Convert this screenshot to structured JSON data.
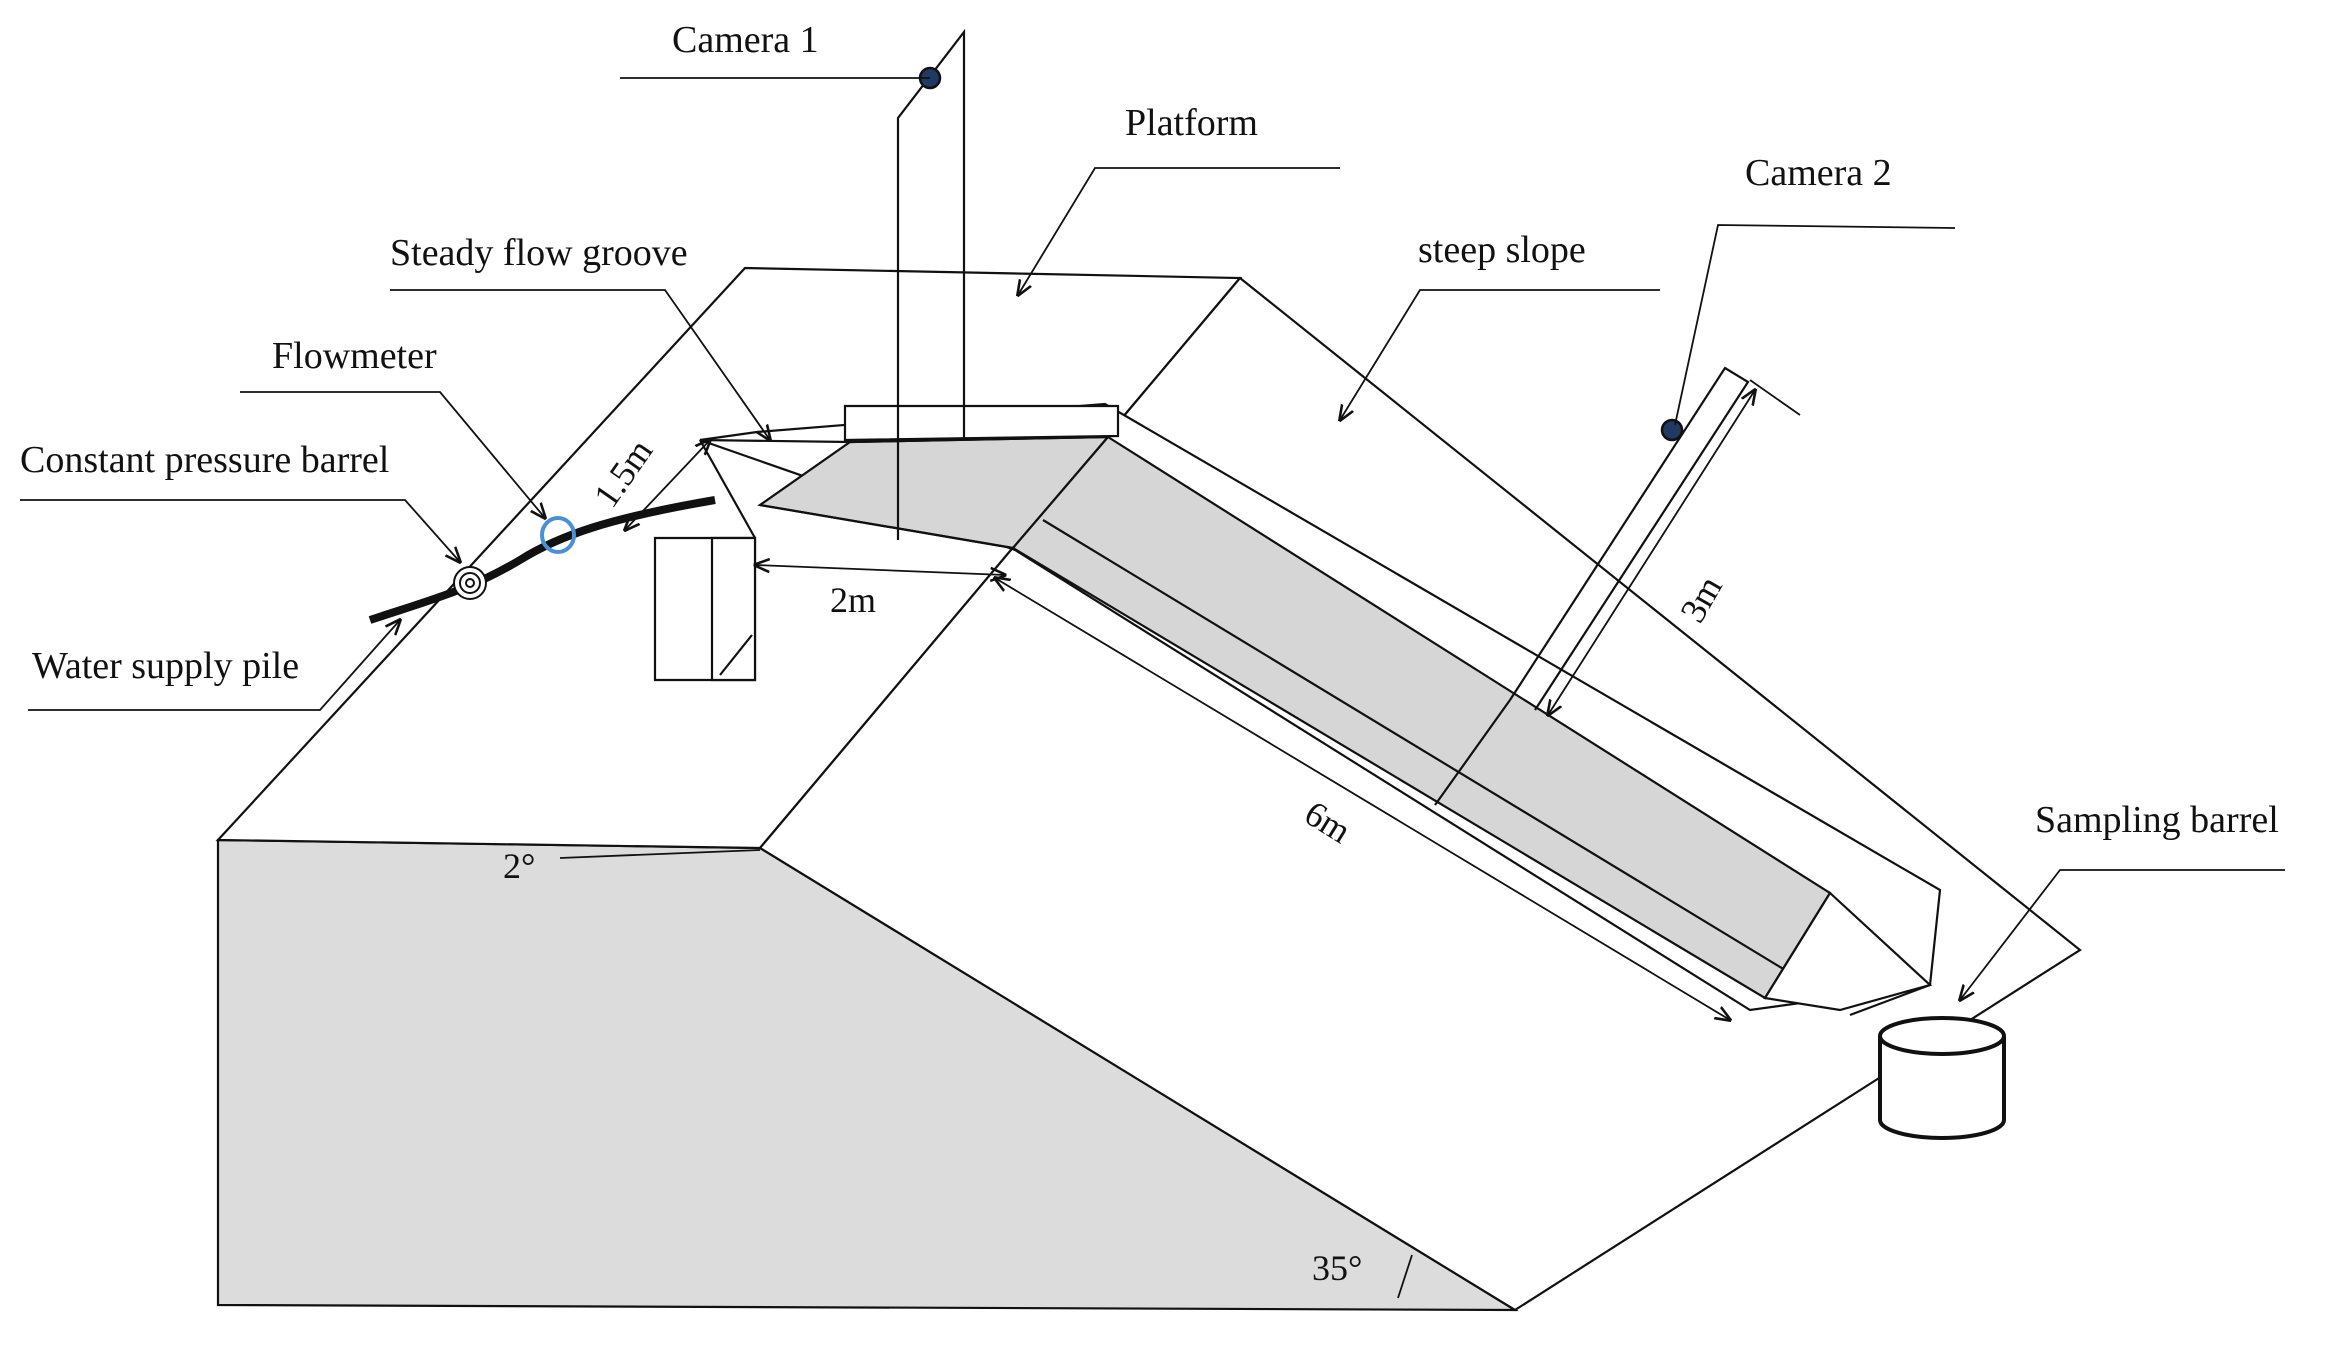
{
  "labels": {
    "camera1": "Camera 1",
    "platform": "Platform",
    "camera2": "Camera 2",
    "steady_flow_groove": "Steady flow groove",
    "steep_slope": "steep slope",
    "flowmeter": "Flowmeter",
    "constant_pressure_barrel": "Constant pressure barrel",
    "water_supply_pile": "Water supply pile",
    "sampling_barrel": "Sampling barrel"
  },
  "dimensions": {
    "width_platform": "1.5m",
    "length_platform": "2m",
    "length_slope": "6m",
    "camera2_height": "3m",
    "angle_platform": "2°",
    "angle_slope": "35°"
  },
  "colors": {
    "plot_fill": "#d6d6d6",
    "side_fill": "#dcdcdc",
    "camera_dot": "#1f3a63",
    "flowmeter_ring": "#4a90d9"
  }
}
